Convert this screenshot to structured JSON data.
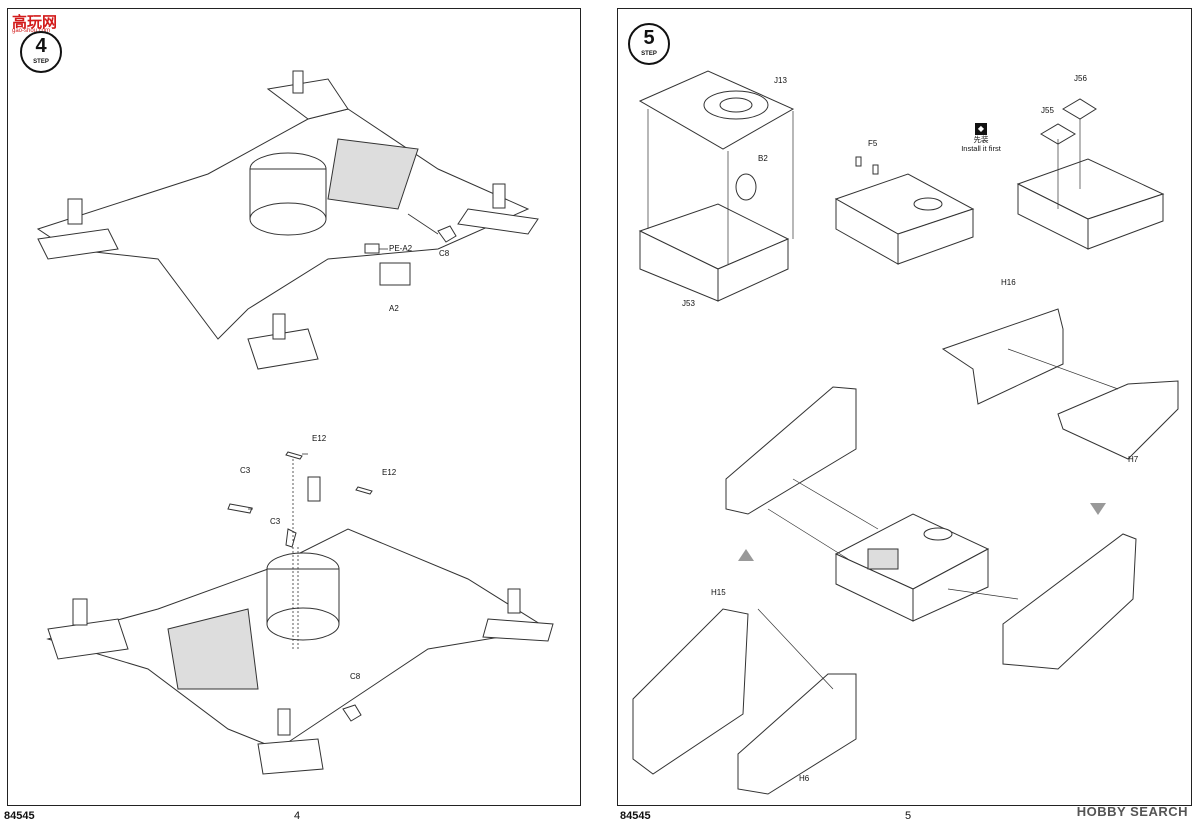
{
  "watermark": {
    "title": "高玩网",
    "url": "gao-shou.com"
  },
  "left_page": {
    "step_number": "4",
    "step_word": "STEP",
    "labels": {
      "pe_a2": "PE-A2",
      "c8_top": "C8",
      "a2": "A2",
      "e12_a": "E12",
      "e12_b": "E12",
      "c3_a": "C3",
      "c3_b": "C3",
      "c8_bottom": "C8"
    },
    "footer_code": "84545",
    "page_number": "4"
  },
  "right_page": {
    "step_number": "5",
    "step_word": "STEP",
    "labels": {
      "j13": "J13",
      "b2": "B2",
      "j53": "J53",
      "f5": "F5",
      "j56": "J56",
      "j55": "J55",
      "h16": "H16",
      "h7": "H7",
      "h15": "H15",
      "h6": "H6"
    },
    "install_first": {
      "cn": "先装",
      "en": "Install it first"
    },
    "footer_code": "84545",
    "page_number": "5"
  },
  "hobby_search": "HOBBY SEARCH"
}
